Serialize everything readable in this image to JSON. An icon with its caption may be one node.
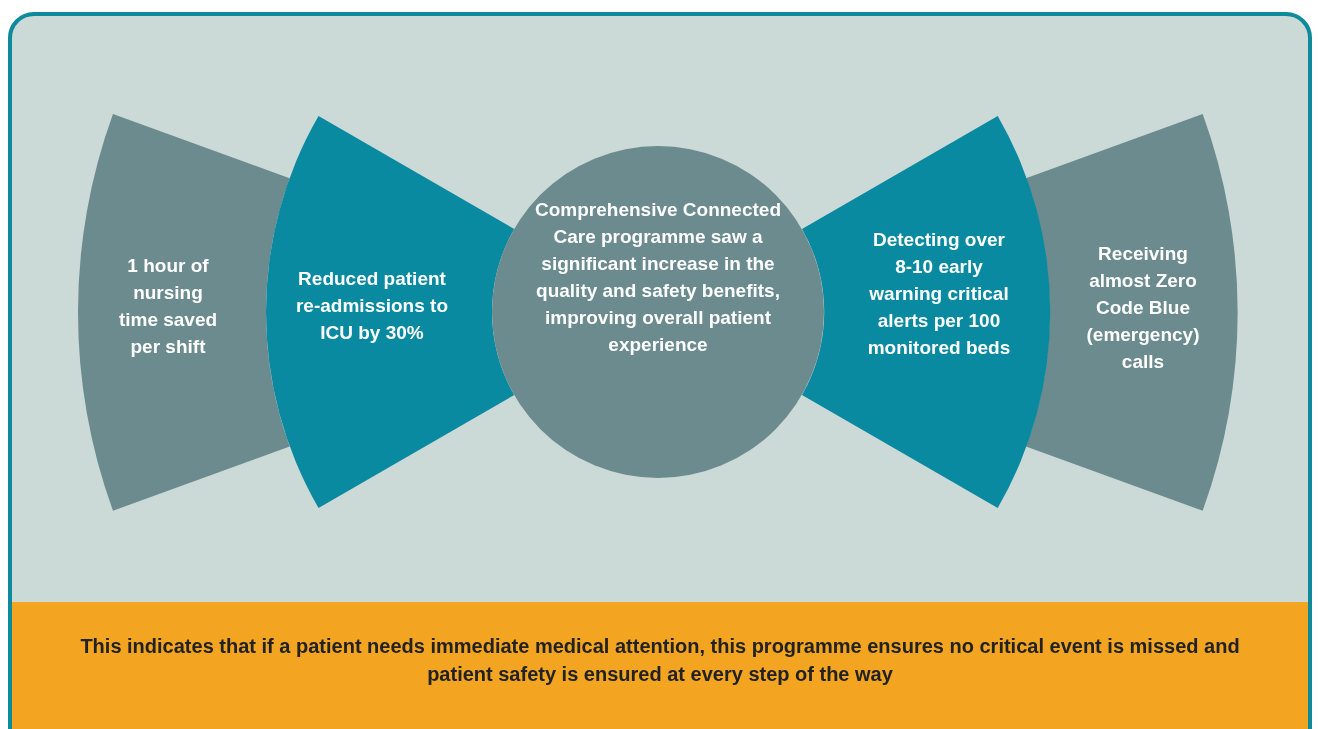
{
  "diagram": {
    "nodes": [
      {
        "text": [
          "1 hour of nursing time saved per shift"
        ]
      },
      {
        "text": [
          "Reduced patient re-admissions to ICU by 30%"
        ]
      },
      {
        "text": [
          "Comprehensive Connected Care programme saw a significant increase in the quality and safety benefits, improving overall patient experience"
        ]
      },
      {
        "text": [
          "Detecting over 8-10 early warning critical alerts per 100 monitored beds"
        ]
      },
      {
        "text": [
          "Receiving almost Zero Code Blue (emergency) calls"
        ]
      },
      {
        "text": [
          "This indicates that if a patient needs immediate medical attention, this programme ensures no critical event is missed and patient safety is ensured at every step of the way"
        ]
      }
    ]
  }
}
